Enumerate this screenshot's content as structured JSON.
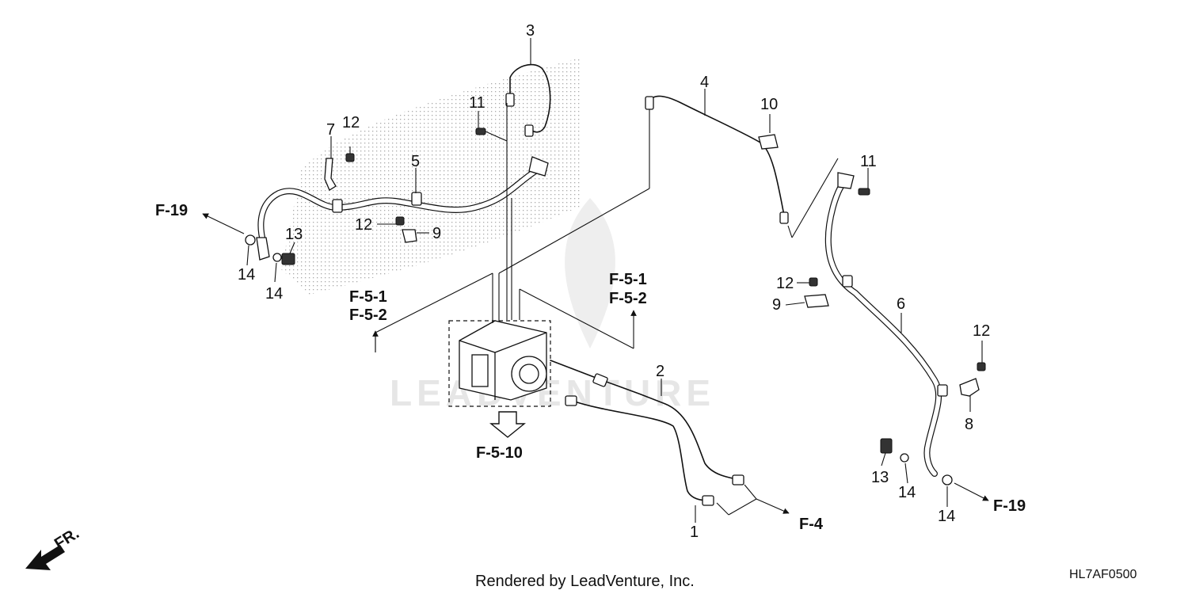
{
  "callouts": {
    "c1": "1",
    "c2": "2",
    "c3": "3",
    "c4": "4",
    "c5": "5",
    "c6": "6",
    "c7": "7",
    "c8": "8",
    "c9a": "9",
    "c9b": "9",
    "c10": "10",
    "c11a": "11",
    "c11b": "11",
    "c12a": "12",
    "c12b": "12",
    "c12c": "12",
    "c12d": "12",
    "c13a": "13",
    "c13b": "13",
    "c14a": "14",
    "c14b": "14",
    "c14c": "14",
    "c14d": "14"
  },
  "refs": {
    "f19_left": "F-19",
    "f19_right": "F-19",
    "f51_left": "F-5-1",
    "f52_left": "F-5-2",
    "f51_right": "F-5-1",
    "f52_right": "F-5-2",
    "f510": "F-5-10",
    "f4": "F-4"
  },
  "front_marker": "FR.",
  "footer_text": "Rendered by LeadVenture, Inc.",
  "diagram_code": "HL7AF0500",
  "watermark": "LEADVENTURE",
  "icons": [
    "front-direction-arrow-icon",
    "reference-arrow-icon",
    "hollow-down-arrow-icon"
  ]
}
